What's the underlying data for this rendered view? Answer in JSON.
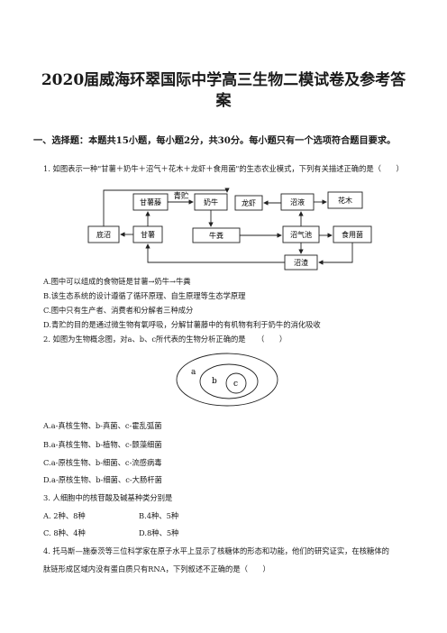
{
  "title": "2020届威海环翠国际中学高三生物二模试卷及参考答案",
  "section_heading": "一、选择题：本题共15小题，每小题2分，共30分。每小题只有一个选项符合题目要求。",
  "q1": {
    "stem": "1. 如图表示一种\"甘薯＋奶牛＋沼气＋花木＋龙虾＋食用菌\"的生态农业模式，下列有关描述正确的是（　　）",
    "diagram": {
      "boxes": {
        "ganshuteng": "甘薯藤",
        "nainiu": "奶牛",
        "longxia": "龙虾",
        "zhaoye": "沼液",
        "huamu": "花木",
        "dizhao": "底沼",
        "ganshu": "甘薯",
        "niufen": "牛粪",
        "zhaoqichi": "沼气池",
        "shiyongjun": "食用菌",
        "zhaozha": "沼渣"
      },
      "arrow_label": "青贮"
    },
    "options": [
      "A.图中可以组成的食物链是甘薯→奶牛→牛粪",
      "B.该生态系统的设计遵循了循环原理、自生原理等生态学原理",
      "C.图中只有生产者、消费者和分解者三种成分",
      "D.青贮的目的是通过微生物有氧呼吸，分解甘薯藤中的有机物有利于奶牛的消化吸收"
    ]
  },
  "q2": {
    "stem": "2. 如图为生物概念图，对a、b、c所代表的生物分析正确的是　　（　　）",
    "labels": {
      "a": "a",
      "b": "b",
      "c": "c"
    },
    "options": [
      "A.a-真核生物、b-真菌、c-霍乱弧菌",
      "B.a-真核生物、b-植物、c-颤藻细菌",
      "C.a-原核生物、b-细菌、c-流感病毒",
      "D.a-原核生物、b-细菌、c-大肠杆菌"
    ]
  },
  "q3": {
    "stem": "3. 人细胞中的核苷酸及碱基种类分别是",
    "options": [
      "A. 2种、8种",
      "B.4种、5种",
      "C. 8种、4种",
      "D.8种、5种"
    ]
  },
  "q4": {
    "stem_line1": "4. 托马斯—施泰茨等三位科学家在原子水平上显示了核糖体的形态和功能，他们的研究证实，在核糖体的",
    "stem_line2": "肽链形成区域内没有蛋白质只有RNA，下列叙述不正确的是（　　）"
  }
}
